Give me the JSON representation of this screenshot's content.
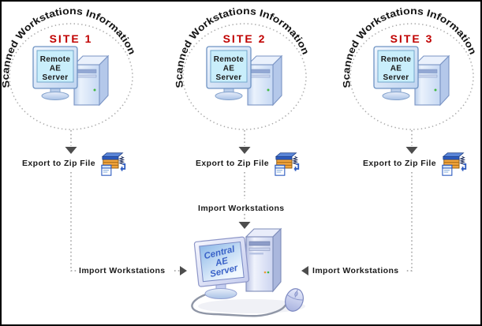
{
  "sites": [
    {
      "circle_caption": "Scanned Workstations Information",
      "site_label": "SITE 1",
      "server_screen_lines": [
        "Remote",
        "AE",
        "Server"
      ],
      "export_label": "Export to Zip File",
      "import_label": "Import Workstations"
    },
    {
      "circle_caption": "Scanned Workstations Information",
      "site_label": "SITE 2",
      "server_screen_lines": [
        "Remote",
        "AE",
        "Server"
      ],
      "export_label": "Export to Zip File",
      "import_label": "Import Workstations"
    },
    {
      "circle_caption": "Scanned Workstations Information",
      "site_label": "SITE 3",
      "server_screen_lines": [
        "Remote",
        "AE",
        "Server"
      ],
      "export_label": "Export to Zip File",
      "import_label": "Import Workstations"
    }
  ],
  "central_server": {
    "screen_lines": [
      "Central",
      "AE",
      "Server"
    ]
  },
  "icons": {
    "zip": "zip-file-icon",
    "arrow_down": "arrow-down-icon",
    "arrow_right": "arrow-right-icon",
    "arrow_left": "arrow-left-icon",
    "mouse": "mouse-icon"
  },
  "colors": {
    "site_label": "#c00000",
    "flow_line": "#9a9a9a",
    "arrowhead": "#4d4d4d",
    "label_text": "#1a1a1a",
    "remote_screen_fill": "#c9eefb",
    "central_screen_text": "#3b63c8",
    "zip_orange": "#f2a53c",
    "zip_blue": "#2e5cc0"
  }
}
